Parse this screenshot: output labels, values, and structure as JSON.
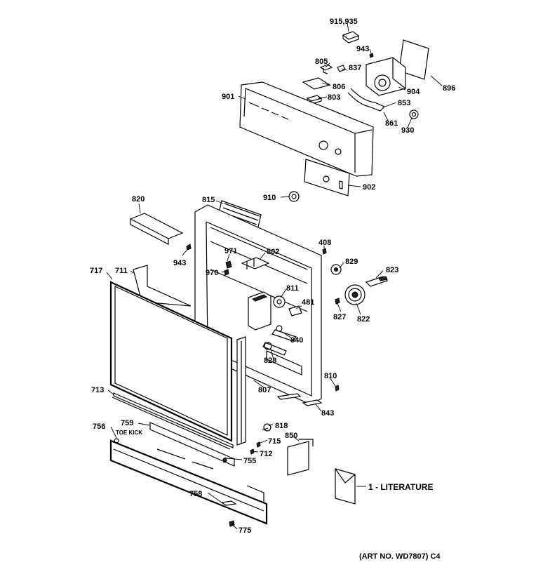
{
  "labels": {
    "p915_935": "915,935",
    "p943a": "943",
    "p896": "896",
    "p805": "805",
    "p837": "837",
    "p806": "806",
    "p901": "901",
    "p803": "803",
    "p904": "904",
    "p853": "853",
    "p861": "861",
    "p930": "930",
    "p910": "910",
    "p902": "902",
    "p820": "820",
    "p815": "815",
    "p408": "408",
    "p971": "971",
    "p802": "802",
    "p943b": "943",
    "p829": "829",
    "p970": "970",
    "p823": "823",
    "p717": "717",
    "p711": "711",
    "p811": "811",
    "p481": "481",
    "p827": "827",
    "p822": "822",
    "p840": "840",
    "p828": "828",
    "p810": "810",
    "p713": "713",
    "p807": "807",
    "p843": "843",
    "p759": "759",
    "p756": "756",
    "toe_kick": "TOE KICK",
    "p818": "818",
    "p850": "850",
    "p715": "715",
    "p712": "712",
    "p755": "755",
    "p758": "758",
    "p775": "775",
    "literature": "1 - LITERATURE",
    "art_no": "(ART NO. WD7807) C4"
  }
}
